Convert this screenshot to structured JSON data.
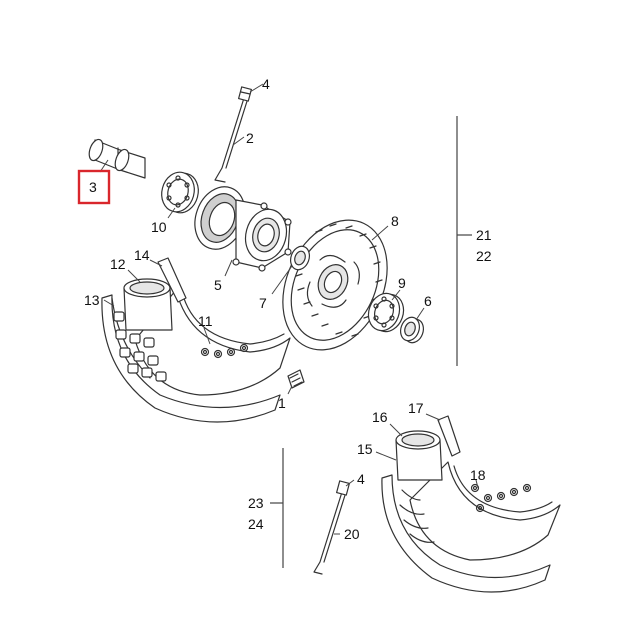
{
  "diagram": {
    "highlight_color": "#d9262c",
    "line_color": "#333333",
    "highlighted_callout": "3",
    "callouts": {
      "c1": "1",
      "c2": "2",
      "c3": "3",
      "c4a": "4",
      "c4b": "4",
      "c5": "5",
      "c6": "6",
      "c7": "7",
      "c8": "8",
      "c9": "9",
      "c10": "10",
      "c11": "11",
      "c12": "12",
      "c13": "13",
      "c14": "14",
      "c15": "15",
      "c16": "16",
      "c17": "17",
      "c18": "18",
      "c20": "20",
      "c21": "21",
      "c22": "22",
      "c23": "23",
      "c24": "24"
    }
  }
}
